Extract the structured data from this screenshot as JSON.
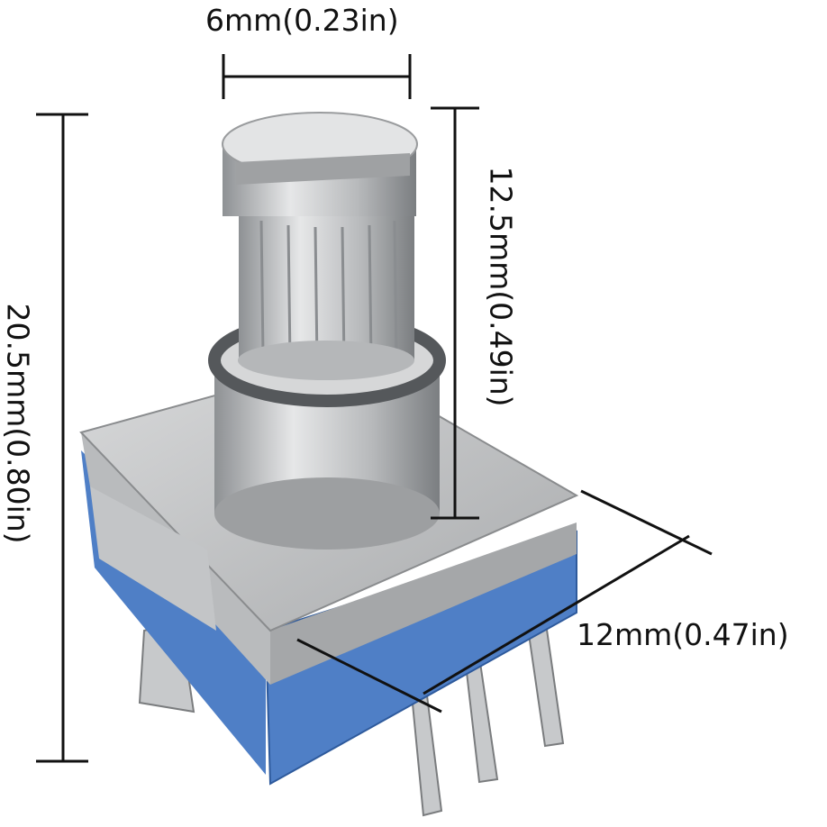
{
  "dimensions": {
    "shaft_diameter": "6mm(0.23in)",
    "total_height": "20.5mm(0.80in)",
    "shaft_height": "12.5mm(0.49in)",
    "body_width": "12mm(0.47in)"
  },
  "colors": {
    "metal": "#c9cbcd",
    "metal_dark": "#7d8083",
    "base_blue": "#4f7fc6",
    "line": "#111111"
  }
}
